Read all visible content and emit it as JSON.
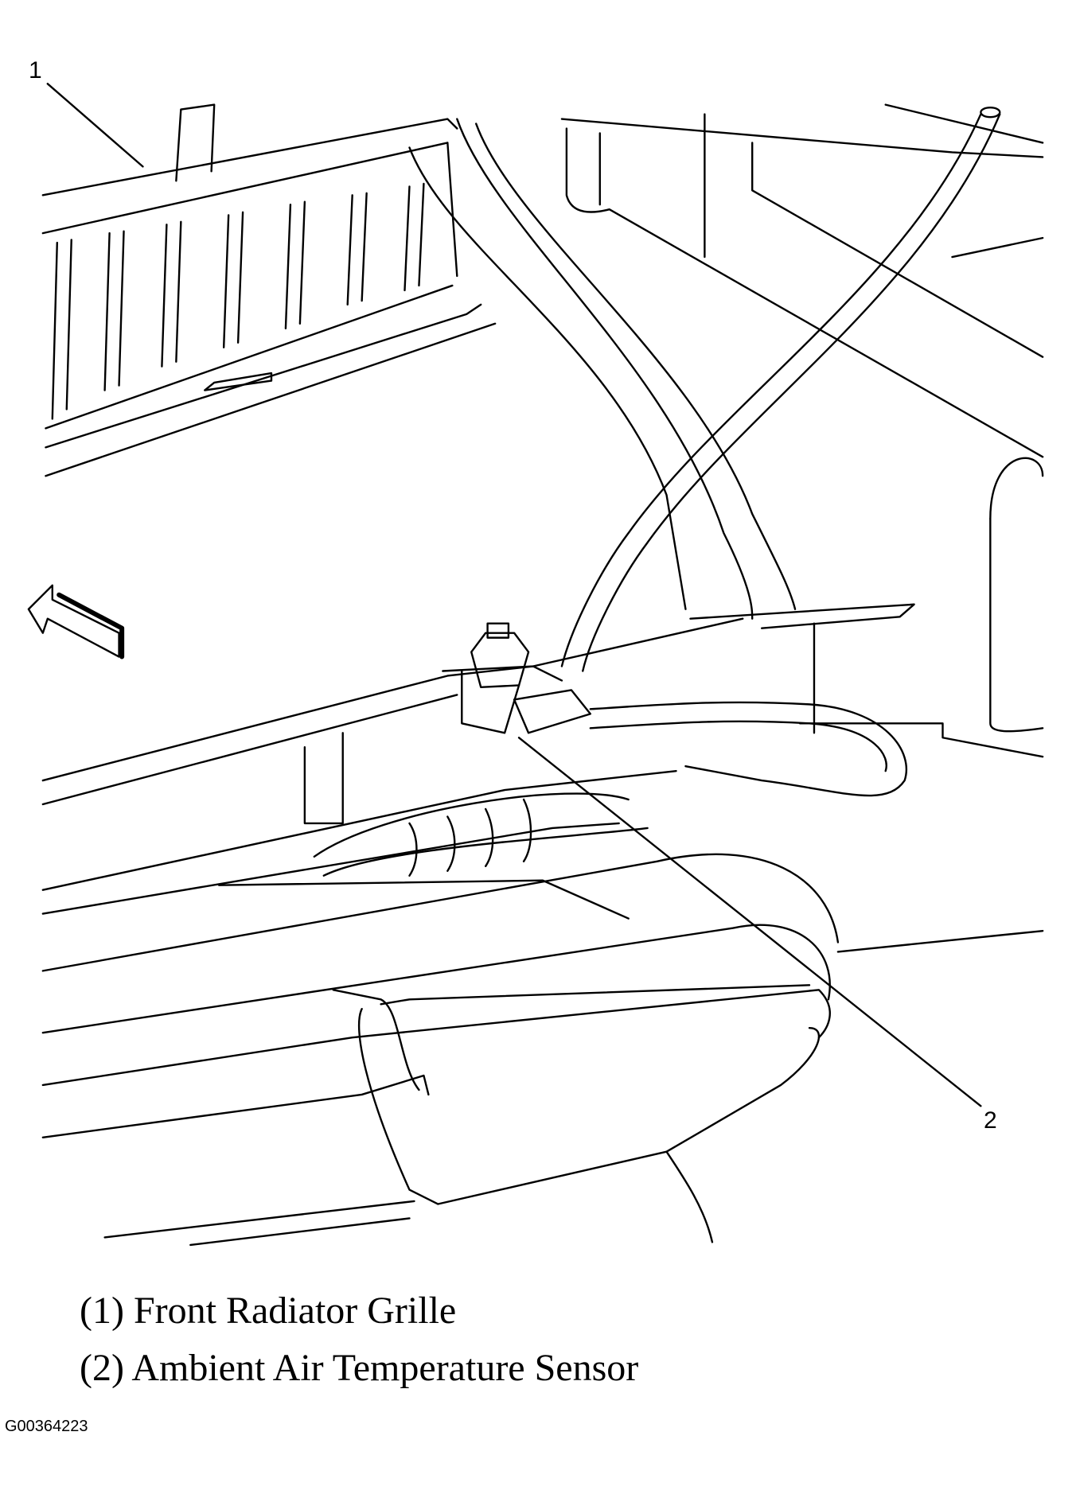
{
  "callouts": [
    "1",
    "2"
  ],
  "legend": [
    {
      "number": "(1)",
      "text": "Front Radiator Grille"
    },
    {
      "number": "(2)",
      "text": "Ambient Air Temperature Sensor"
    }
  ],
  "figure_id": "G00364223",
  "icons": {
    "direction_arrow": "front-direction-arrow-icon"
  }
}
